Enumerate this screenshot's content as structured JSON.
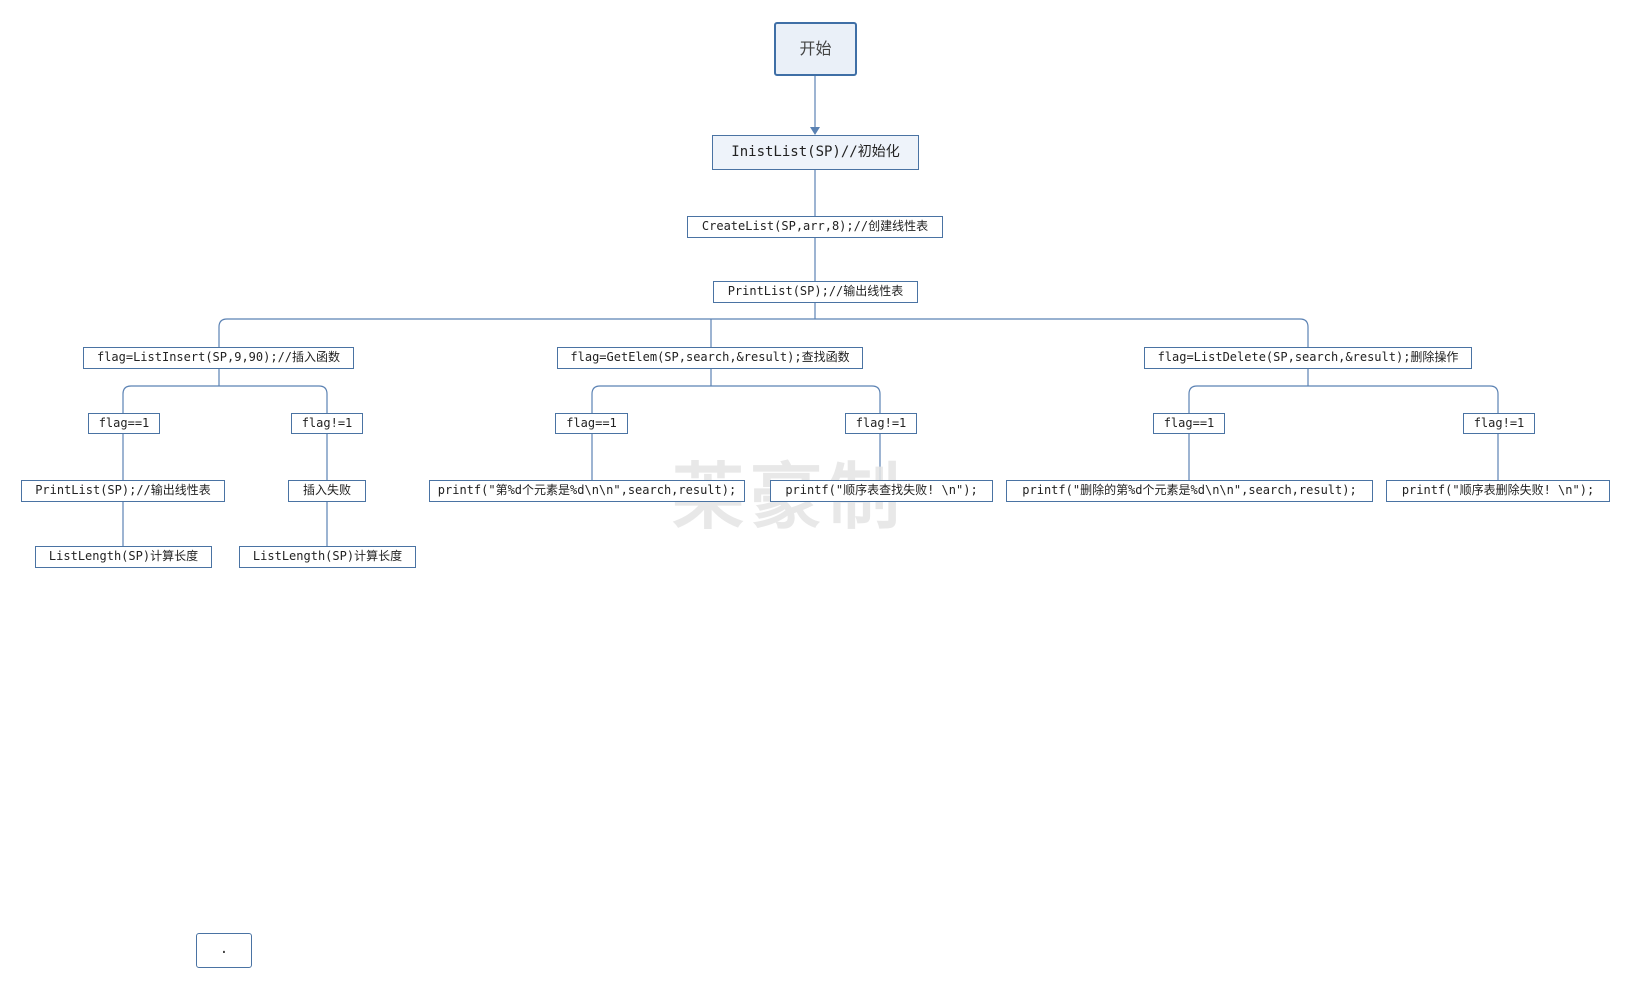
{
  "diagram": {
    "start": "开始",
    "init": "InistList(SP)//初始化",
    "create": "CreateList(SP,arr,8);//创建线性表",
    "print": "PrintList(SP);//输出线性表",
    "branches": {
      "insert": {
        "label": "flag=ListInsert(SP,9,90);//插入函数",
        "yes": "flag==1",
        "no": "flag!=1",
        "yes_action": "PrintList(SP);//输出线性表",
        "no_action": "插入失败",
        "yes_length": "ListLength(SP)计算长度",
        "no_length": "ListLength(SP)计算长度"
      },
      "get": {
        "label": "flag=GetElem(SP,search,&result);查找函数",
        "yes": "flag==1",
        "no": "flag!=1",
        "yes_action": "printf(\"第%d个元素是%d\\n\\n\",search,result);",
        "no_action": "printf(\"顺序表查找失败! \\n\");"
      },
      "delete": {
        "label": "flag=ListDelete(SP,search,&result);删除操作",
        "yes": "flag==1",
        "no": "flag!=1",
        "yes_action": "printf(\"删除的第%d个元素是%d\\n\\n\",search,result);",
        "no_action": "printf(\"顺序表删除失败! \\n\");"
      }
    },
    "watermark": "莱豪制",
    "dot": "."
  },
  "colors": {
    "line": "#5b82b3",
    "border": "#4a73a3"
  }
}
